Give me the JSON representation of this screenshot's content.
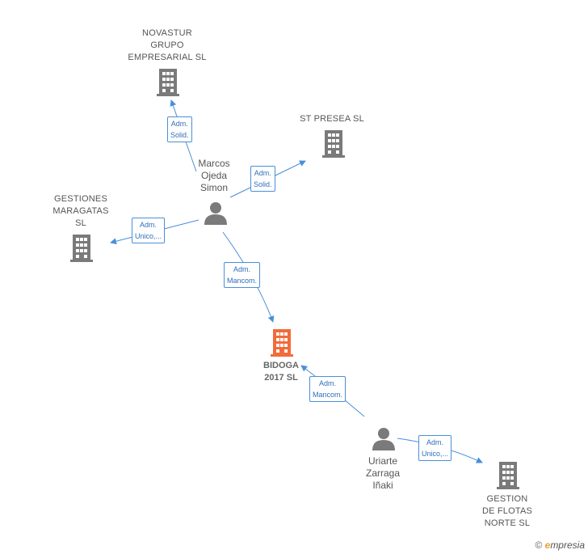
{
  "colors": {
    "edge": "#4a8fd8",
    "icon_gray": "#7a7a7a",
    "focus": "#f26b3a"
  },
  "companies": {
    "novastur": "NOVASTUR\nGRUPO\nEMPRESARIAL SL",
    "st_presea": "ST PRESEA  SL",
    "gestiones": "GESTIONES\nMARAGATAS\nSL",
    "bidoga": "BIDOGA\n2017  SL",
    "gestion_flotas": "GESTION\nDE FLOTAS\nNORTE  SL"
  },
  "persons": {
    "marcos": "Marcos\nOjeda\nSimon",
    "uriarte": "Uriarte\nZarraga\nIñaki"
  },
  "edges": {
    "marcos_novastur": "Adm.\nSolid.",
    "marcos_st_presea": "Adm.\nSolid.",
    "marcos_gestiones": "Adm.\nUnico,...",
    "marcos_bidoga": "Adm.\nMancom.",
    "uriarte_bidoga": "Adm.\nMancom.",
    "uriarte_flotas": "Adm.\nUnico,..."
  },
  "brand": {
    "copyright": "©",
    "e": "e",
    "rest": "mpresia"
  }
}
